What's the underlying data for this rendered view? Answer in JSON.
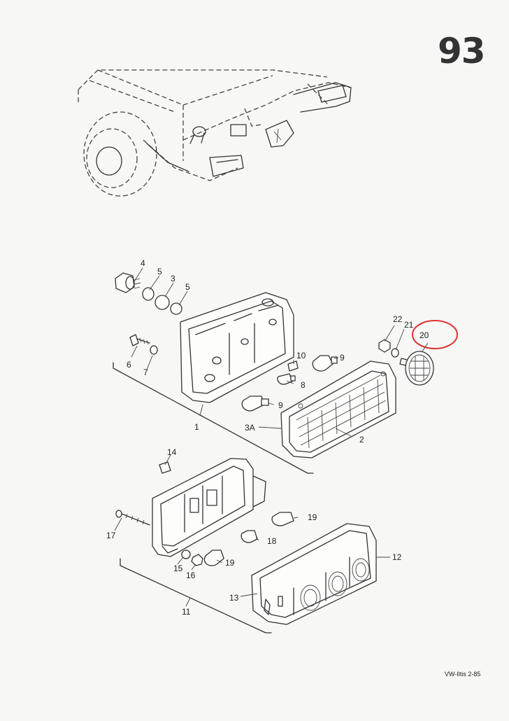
{
  "page": {
    "number": "93",
    "footer": "VW-Iltis 2-85"
  },
  "colors": {
    "highlight": "#d33333",
    "ink": "#333333"
  },
  "labels": {
    "p1": "1",
    "p2": "2",
    "p3": "3",
    "p3a": "3A",
    "p4": "4",
    "p5a": "5",
    "p5b": "5",
    "p6": "6",
    "p7": "7",
    "p8": "8",
    "p9a": "9",
    "p9b": "9",
    "p10": "10",
    "p11": "11",
    "p12": "12",
    "p13": "13",
    "p14": "14",
    "p15": "15",
    "p16": "16",
    "p17": "17",
    "p18": "18",
    "p19a": "19",
    "p19b": "19",
    "p20": "20",
    "p21": "21",
    "p22": "22"
  },
  "highlight": {
    "part": "20"
  }
}
